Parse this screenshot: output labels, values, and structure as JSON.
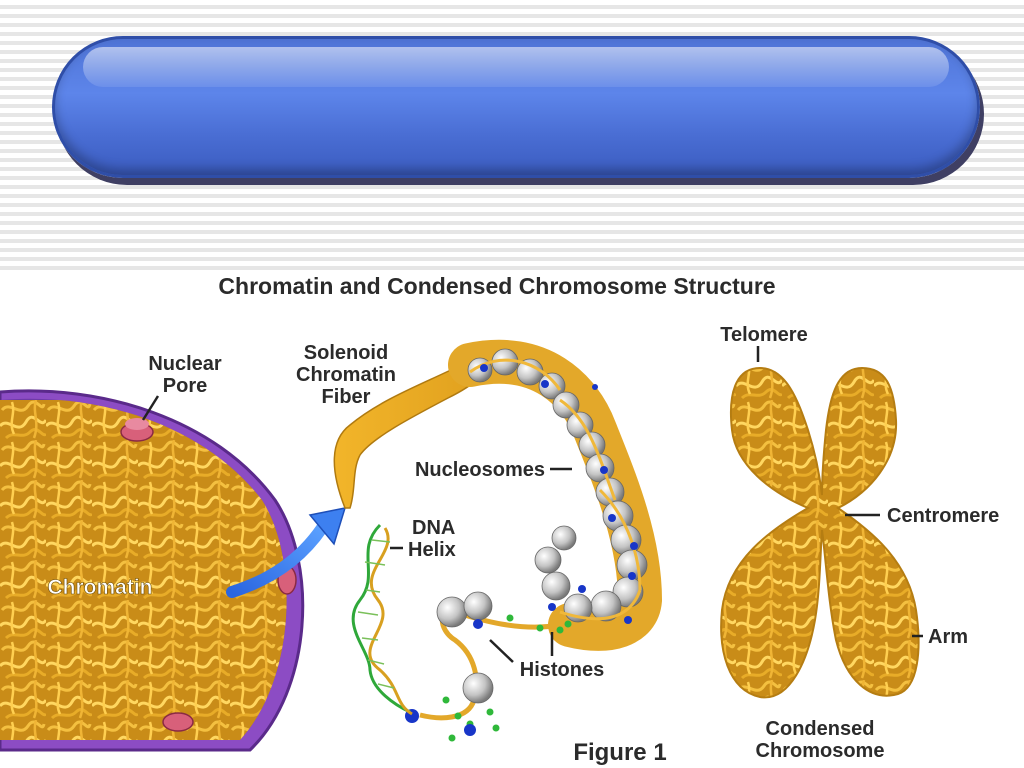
{
  "slide": {
    "title_text": ""
  },
  "figure": {
    "heading": "Chromatin and Condensed Chromosome Structure",
    "caption": "Figure 1",
    "labels": {
      "nuclear_pore_1": "Nuclear",
      "nuclear_pore_2": "Pore",
      "solenoid_1": "Solenoid",
      "solenoid_2": "Chromatin",
      "solenoid_3": "Fiber",
      "nucleosomes": "Nucleosomes",
      "dna_1": "DNA",
      "dna_2": "Helix",
      "chromatin": "Chromatin",
      "histones": "Histones",
      "telomere": "Telomere",
      "centromere": "Centromere",
      "arm": "Arm",
      "condensed_1": "Condensed",
      "condensed_2": "Chromosome"
    }
  },
  "colors": {
    "pill_blue": "#5b82e6",
    "chromatin_gold": "#e3a82a",
    "membrane_purple": "#7b3fb0",
    "pore_pink": "#d8607a",
    "histone_blue": "#1836c8",
    "histone_green": "#2fb83a",
    "nucleosome_grey": "#c9c9c9"
  }
}
